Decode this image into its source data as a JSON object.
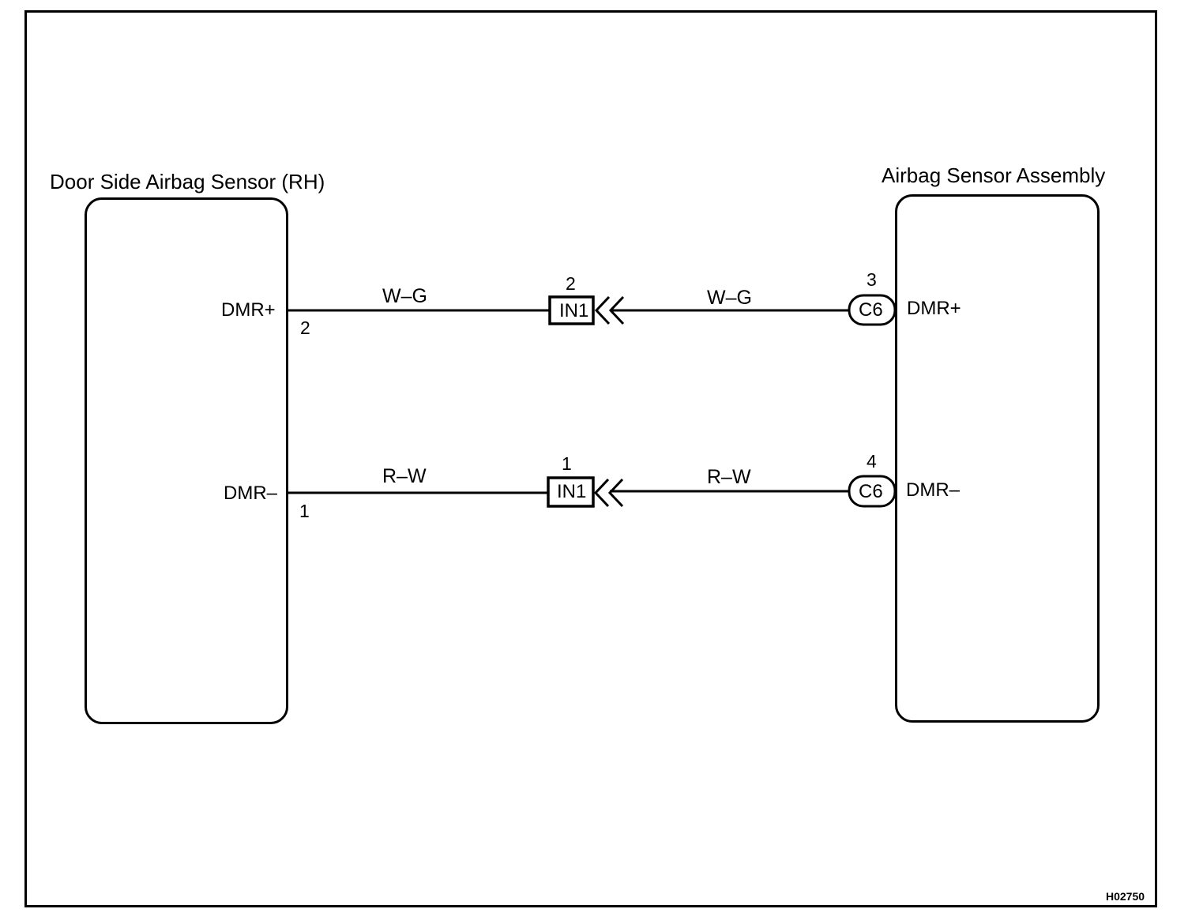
{
  "diagram_code": "H02750",
  "left_component": {
    "title": "Door Side Airbag Sensor (RH)",
    "pins": [
      {
        "name": "DMR+",
        "number": "2"
      },
      {
        "name": "DMR–",
        "number": "1"
      }
    ]
  },
  "right_component": {
    "title": "Airbag Sensor Assembly",
    "pins": [
      {
        "name": "DMR+",
        "connector": "C6",
        "number": "3"
      },
      {
        "name": "DMR–",
        "connector": "C6",
        "number": "4"
      }
    ]
  },
  "wires": [
    {
      "left_color": "W–G",
      "right_color": "W–G",
      "junction": "IN1",
      "junction_pin": "2"
    },
    {
      "left_color": "R–W",
      "right_color": "R–W",
      "junction": "IN1",
      "junction_pin": "1"
    }
  ]
}
